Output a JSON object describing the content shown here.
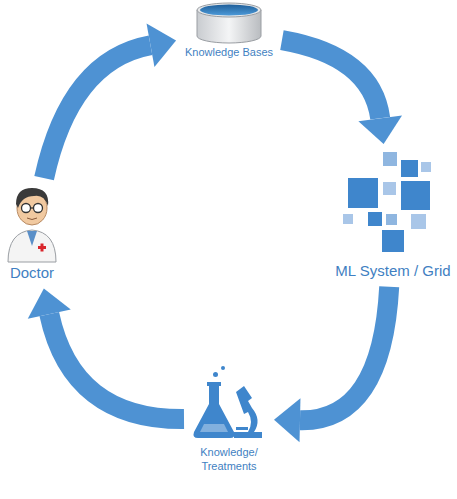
{
  "diagram": {
    "nodes": [
      {
        "text": [
          "Knowledge Bases"
        ]
      },
      {
        "text": [
          "ML System / Grid"
        ]
      },
      {
        "text": [
          "Knowledge/ Treatments"
        ]
      },
      {
        "text": [
          "Doctor"
        ]
      }
    ],
    "edges": [
      {
        "from": 3,
        "to": 0,
        "arrow": "to"
      },
      {
        "from": 0,
        "to": 1,
        "arrow": "to"
      },
      {
        "from": 1,
        "to": 2,
        "arrow": "to"
      },
      {
        "from": 2,
        "to": 3,
        "arrow": "to"
      }
    ]
  }
}
